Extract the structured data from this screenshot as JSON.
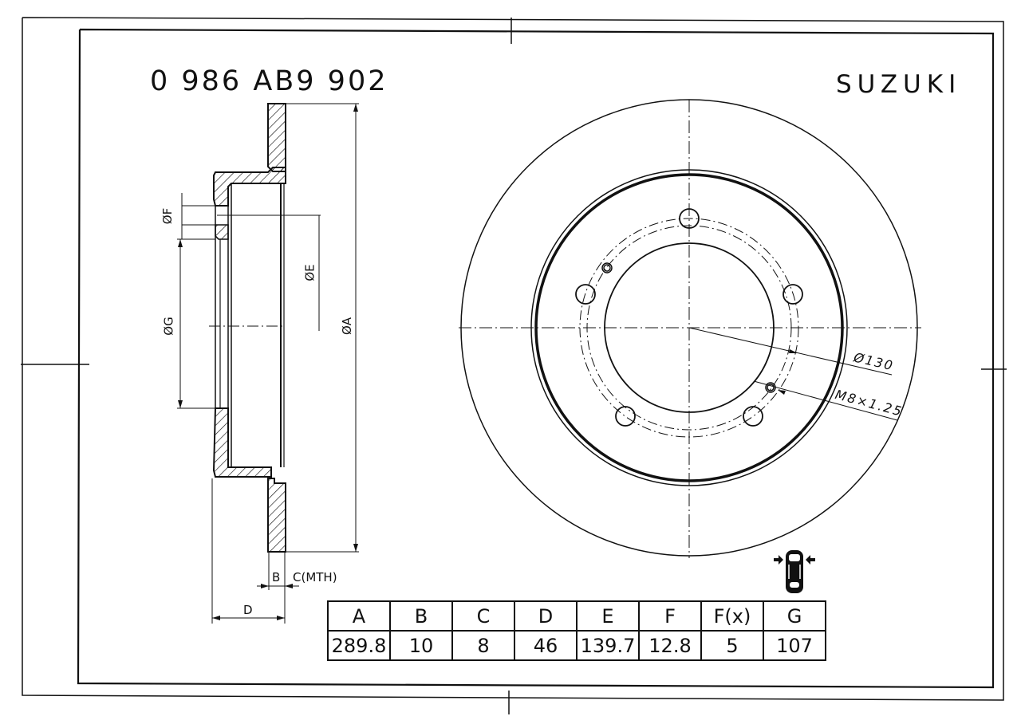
{
  "header": {
    "part_number": "0 986 AB9 902",
    "brand": "SUZUKI"
  },
  "section_view": {
    "labels": {
      "dia_f": "ØF",
      "dia_e": "ØE",
      "dia_g": "ØG",
      "dia_a": "ØA",
      "b": "B",
      "c": "C(MTH)",
      "d": "D"
    }
  },
  "face_view": {
    "pcd_label": "Ø130",
    "thread_label": "M8×1.25",
    "bolt_holes": 5,
    "threaded_holes": 2
  },
  "icons": {
    "vehicle_position": "car-rear-axle-icon"
  },
  "dimension_table": {
    "headers": [
      "A",
      "B",
      "C",
      "D",
      "E",
      "F",
      "F(x)",
      "G"
    ],
    "values": [
      "289.8",
      "10",
      "8",
      "46",
      "139.7",
      "12.8",
      "5",
      "107"
    ]
  },
  "colors": {
    "line": "#111111",
    "background": "#ffffff"
  }
}
